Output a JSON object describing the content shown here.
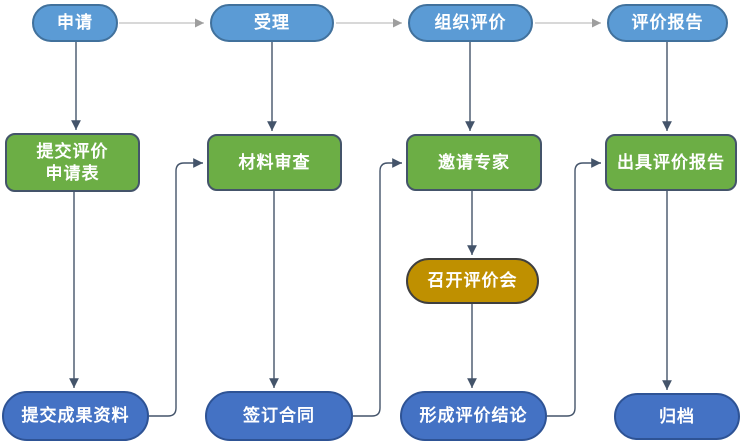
{
  "diagram": {
    "title": "evaluation-process-flowchart",
    "colors": {
      "stage_fill": "#5B9BD5",
      "stage_border": "#41719C",
      "task_fill": "#6CAE45",
      "task_border": "#44546A",
      "meeting_fill": "#BF9000",
      "meeting_border": "#3F3F3F",
      "result_fill": "#4472C4",
      "result_border": "#2E5395",
      "dark_connector": "#44546A",
      "gray_connector": "#ABABAB",
      "text": "#FFFFFF",
      "background": "#FFFFFF"
    },
    "nodes": [
      {
        "id": "apply",
        "label": "申请",
        "shape": "stage-pill"
      },
      {
        "id": "accept",
        "label": "受理",
        "shape": "stage-pill"
      },
      {
        "id": "organize",
        "label": "组织评价",
        "shape": "stage-pill"
      },
      {
        "id": "report",
        "label": "评价报告",
        "shape": "stage-pill"
      },
      {
        "id": "submit-form",
        "label": "提交评价\n申请表",
        "shape": "task-rect"
      },
      {
        "id": "material-review",
        "label": "材料审查",
        "shape": "task-rect"
      },
      {
        "id": "invite-experts",
        "label": "邀请专家",
        "shape": "task-rect"
      },
      {
        "id": "issue-report",
        "label": "出具评价报告",
        "shape": "task-rect"
      },
      {
        "id": "hold-meeting",
        "label": "召开评价会",
        "shape": "meeting-pill"
      },
      {
        "id": "submit-materials",
        "label": "提交成果资料",
        "shape": "result-pill"
      },
      {
        "id": "sign-contract",
        "label": "签订合同",
        "shape": "result-pill"
      },
      {
        "id": "form-conclusion",
        "label": "形成评价结论",
        "shape": "result-pill"
      },
      {
        "id": "archive",
        "label": "归档",
        "shape": "result-pill"
      }
    ],
    "connections": [
      {
        "from": "apply",
        "to": "accept",
        "style": "gray"
      },
      {
        "from": "accept",
        "to": "organize",
        "style": "gray"
      },
      {
        "from": "organize",
        "to": "report",
        "style": "gray"
      },
      {
        "from": "apply",
        "to": "submit-form",
        "style": "dark"
      },
      {
        "from": "submit-form",
        "to": "submit-materials",
        "style": "dark"
      },
      {
        "from": "submit-materials",
        "to": "material-review",
        "style": "dark"
      },
      {
        "from": "accept",
        "to": "material-review",
        "style": "dark"
      },
      {
        "from": "material-review",
        "to": "sign-contract",
        "style": "dark"
      },
      {
        "from": "sign-contract",
        "to": "invite-experts",
        "style": "dark"
      },
      {
        "from": "organize",
        "to": "invite-experts",
        "style": "dark"
      },
      {
        "from": "invite-experts",
        "to": "hold-meeting",
        "style": "dark"
      },
      {
        "from": "hold-meeting",
        "to": "form-conclusion",
        "style": "dark"
      },
      {
        "from": "form-conclusion",
        "to": "issue-report",
        "style": "dark"
      },
      {
        "from": "report",
        "to": "issue-report",
        "style": "dark"
      },
      {
        "from": "issue-report",
        "to": "archive",
        "style": "dark"
      }
    ]
  }
}
